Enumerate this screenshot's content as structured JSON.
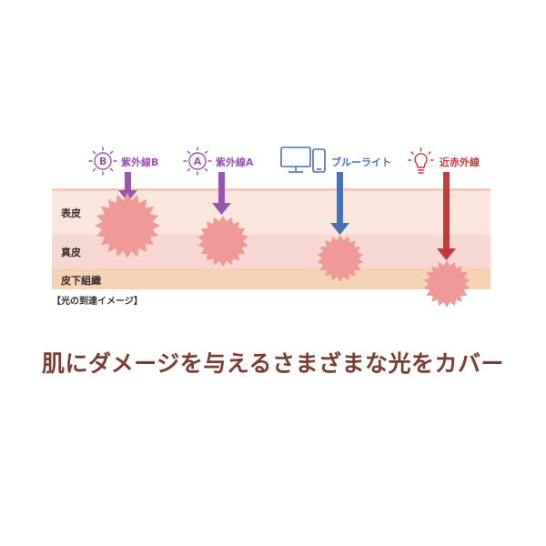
{
  "layers": [
    {
      "id": "epidermis",
      "label": "表皮",
      "color": "#fbe6de"
    },
    {
      "id": "dermis",
      "label": "真皮",
      "color": "#f8d8d3"
    },
    {
      "id": "subcutaneous",
      "label": "皮下組織",
      "color": "#f5d4b5"
    }
  ],
  "sources": [
    {
      "id": "uvb",
      "label": "紫外線B",
      "icon": "sun-b-icon",
      "badge": "B",
      "color": "#9a55b0"
    },
    {
      "id": "uva",
      "label": "紫外線A",
      "icon": "sun-a-icon",
      "badge": "A",
      "color": "#9a55b0"
    },
    {
      "id": "blue-light",
      "label": "ブルーライト",
      "icon": "monitor-phone-icon",
      "color": "#4a70b5"
    },
    {
      "id": "near-infrared",
      "label": "近赤外線",
      "icon": "light-bulb-icon",
      "color": "#c8393b"
    }
  ],
  "caption": "【光の到達イメージ】",
  "headline": "肌にダメージを与えるさまざまな光をカバー",
  "colors": {
    "burst": "#ef9a96",
    "headline": "#7a3f34"
  }
}
